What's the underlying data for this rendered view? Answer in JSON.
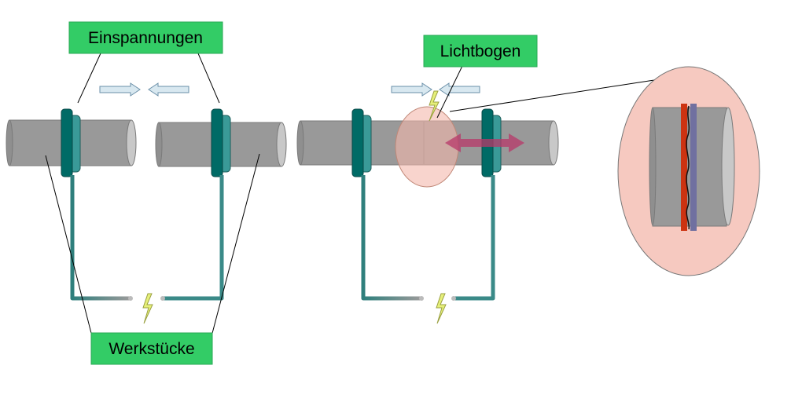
{
  "labels": {
    "clamps": "Einspannungen",
    "arc": "Lichtbogen",
    "workpieces": "Werkstücke"
  },
  "colors": {
    "label_bg": "#33cc66",
    "workpiece": "#999999",
    "workpiece_end": "#c8c8c8",
    "clamp_dark": "#006b66",
    "clamp_light": "#3a9a98",
    "wire": "#3a8a88",
    "arrow_fill": "#d8e8f0",
    "arrow_stroke": "#6a8fa8",
    "arc_glow": "#f4b8ac",
    "double_arrow": "#b8386a",
    "spark": "#e6f07a",
    "weld_red": "#cc3311",
    "weld_blue": "#7070a0"
  },
  "icons": {
    "spark": "lightning-icon",
    "approach": "arrow-icon",
    "motion": "double-arrow-icon"
  }
}
